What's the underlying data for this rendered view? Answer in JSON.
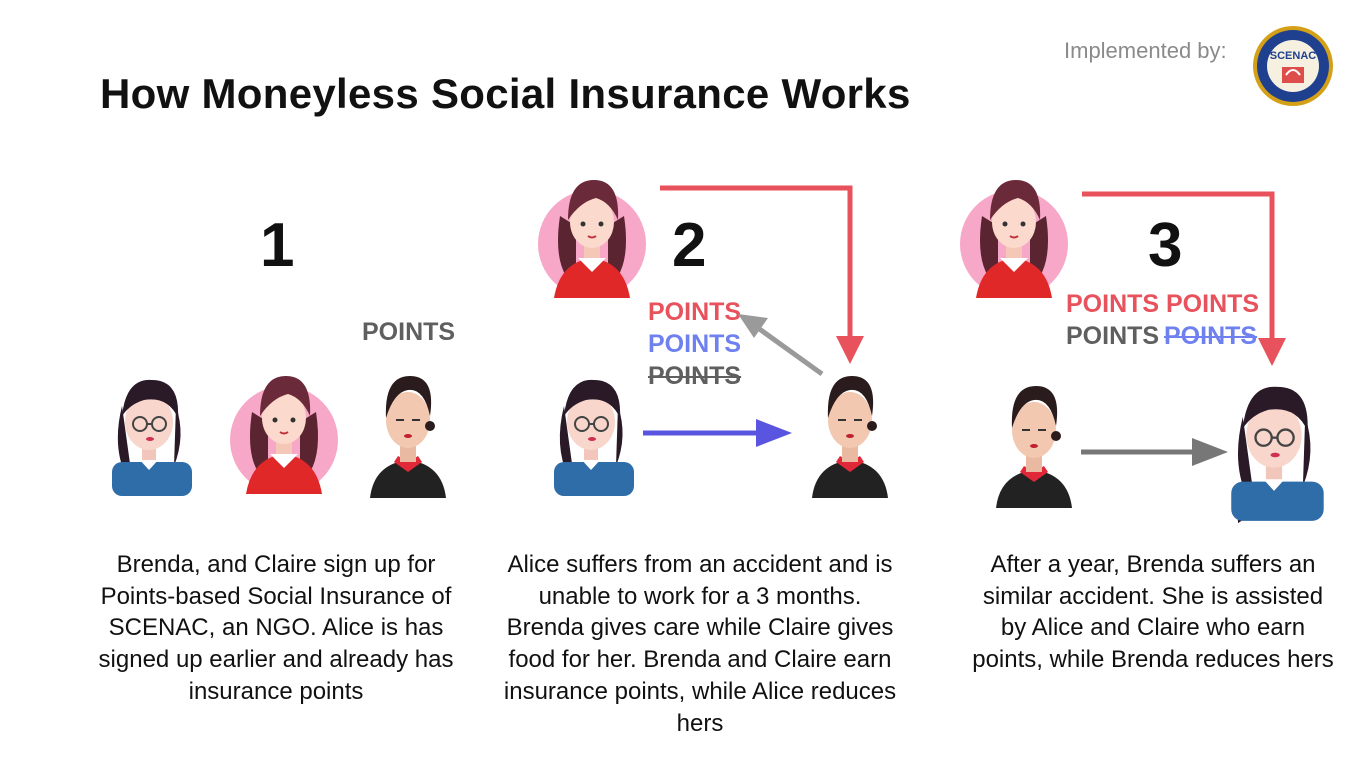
{
  "title": "How Moneyless Social Insurance Works",
  "implemented_by": "Implemented by:",
  "logo": {
    "text": "SCENAC",
    "ring_color": "#d4a017"
  },
  "colors": {
    "red": "#e8525c",
    "blue": "#5a55e0",
    "gray": "#8a8a8a"
  },
  "steps": [
    {
      "number": "1",
      "points": [
        "POINTS"
      ],
      "description": "Brenda, and Claire sign up for Points-based Social Insurance of SCENAC, an NGO. Alice is has signed up earlier and already has insurance points"
    },
    {
      "number": "2",
      "points": [
        "POINTS",
        "POINTS",
        "POINTS"
      ],
      "description": "Alice suffers from an accident and is unable to work for a 3 months. Brenda gives care while Claire gives food for her. Brenda and Claire earn insurance points, while Alice reduces hers"
    },
    {
      "number": "3",
      "points": [
        "POINTS POINTS",
        "POINTS",
        "POINTS"
      ],
      "description": "After a year, Brenda suffers an similar accident. She is assisted by Alice and Claire who earn points, while Brenda reduces hers"
    }
  ],
  "icons": [
    "person-glasses-icon",
    "person-red-circle-icon",
    "person-red-collar-icon",
    "arrow-icon"
  ]
}
